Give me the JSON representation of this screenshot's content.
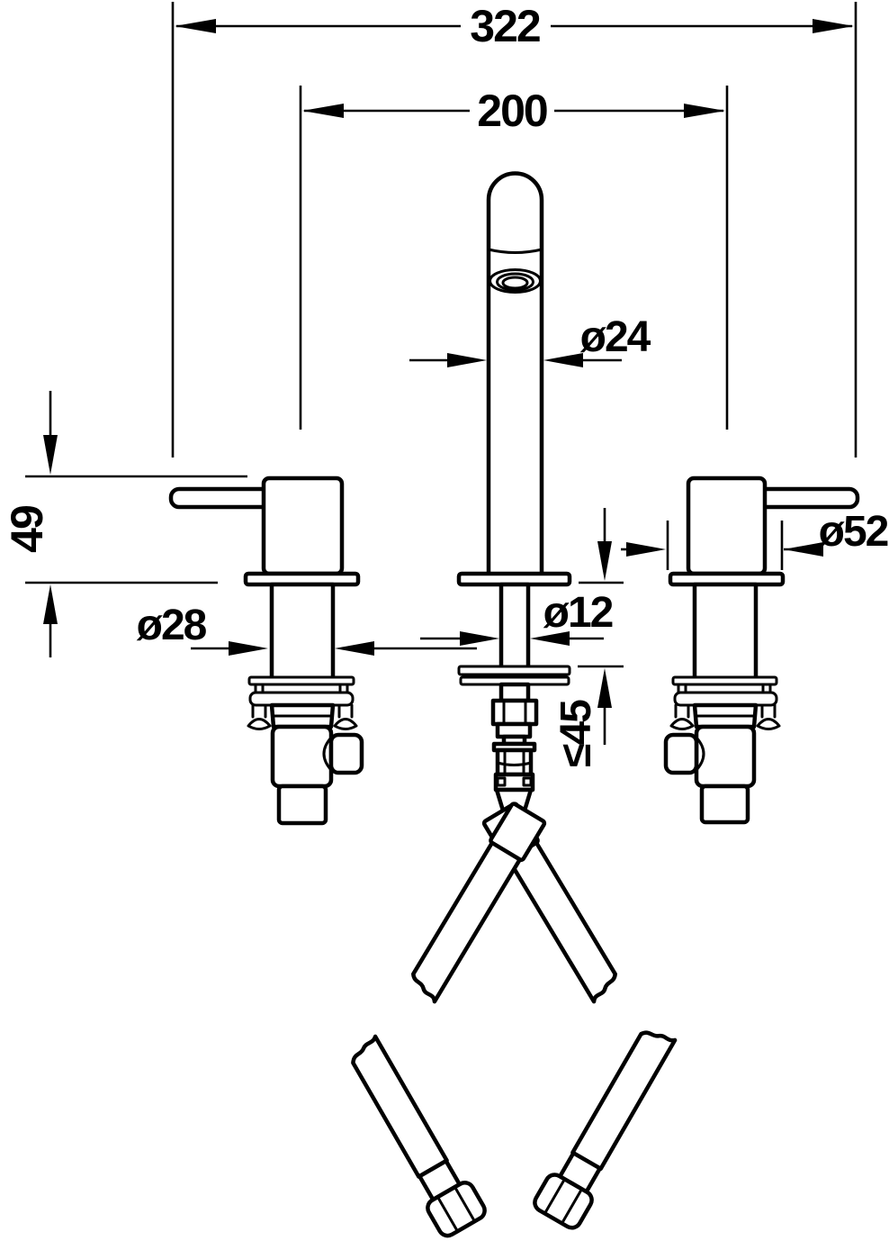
{
  "drawing": {
    "title": "three-hole-basin-mixer-dimension-drawing",
    "background_color": "#ffffff",
    "line_color": "#000000",
    "dimensions": {
      "overall_width": "322",
      "hole_spacing": "200",
      "spout_diameter": "ø24",
      "escutcheon_diameter": "ø52",
      "handle_height": "49",
      "handle_shaft_diameter": "ø28",
      "spout_shank_diameter": "ø12",
      "max_deck_thickness": "≤45"
    }
  }
}
